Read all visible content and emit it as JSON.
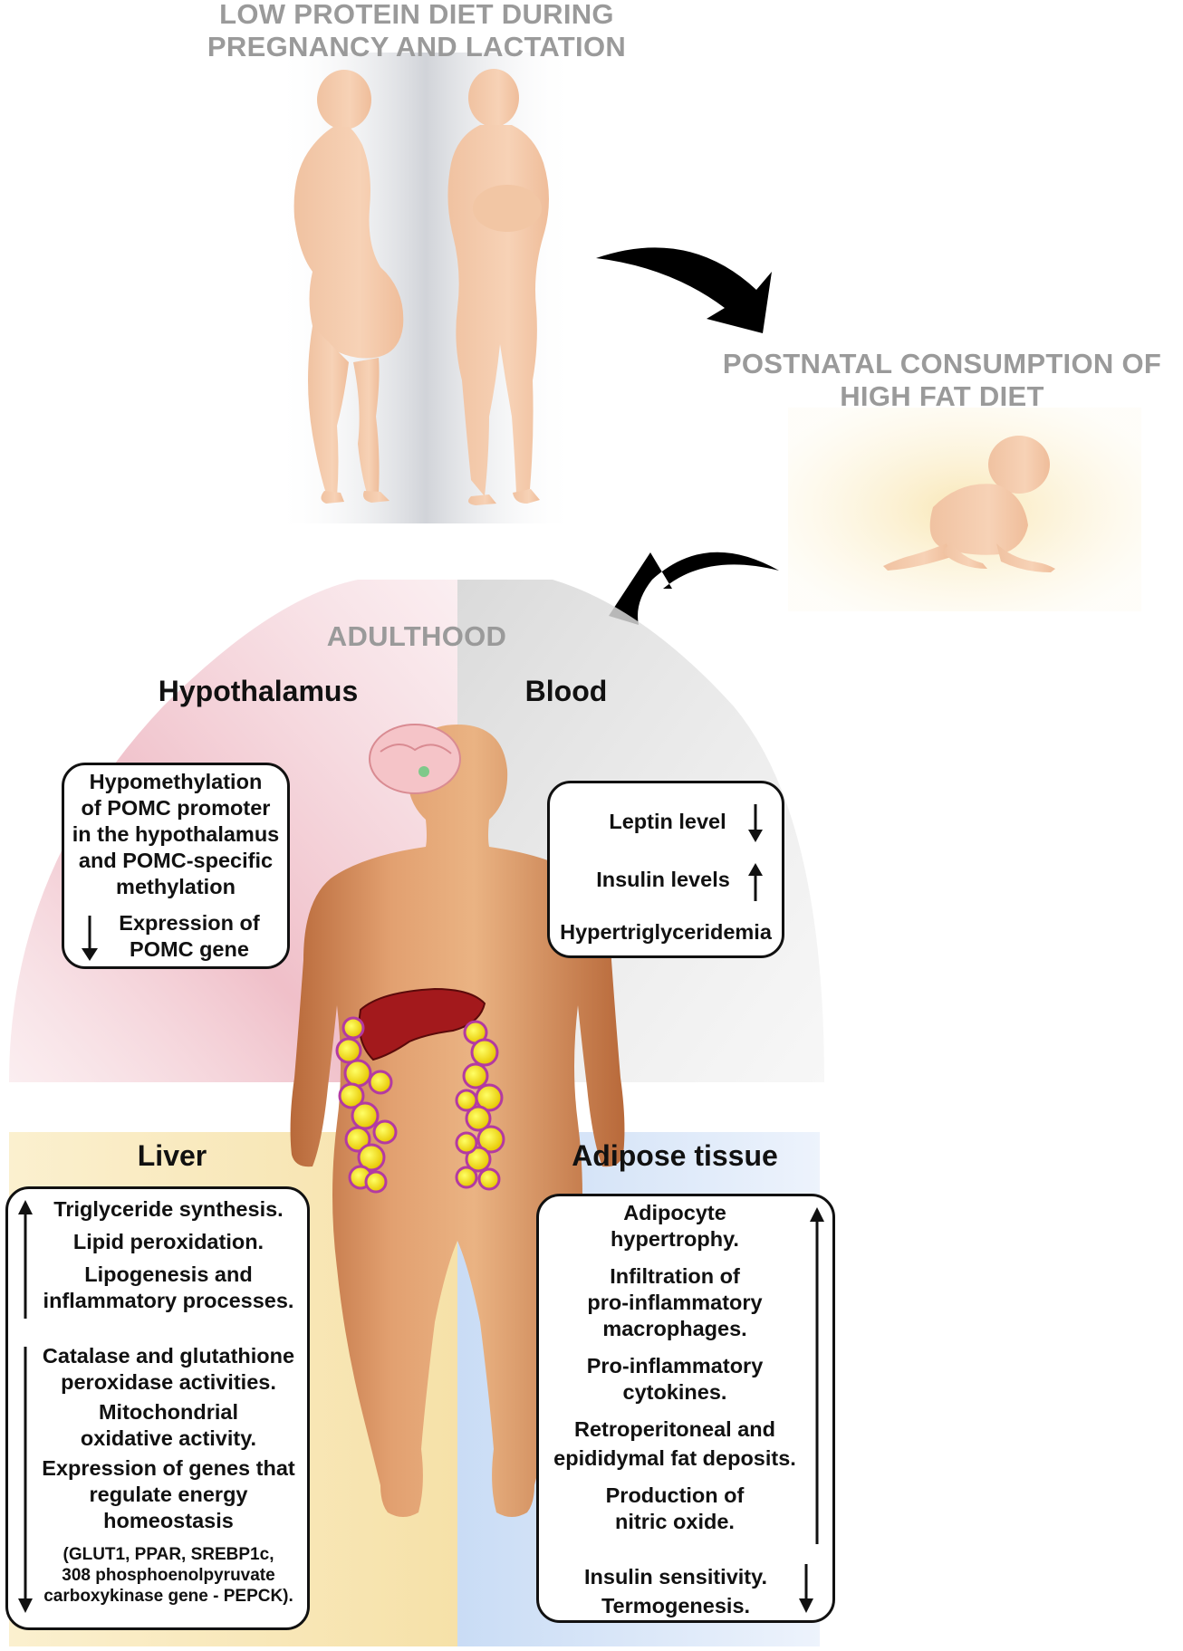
{
  "stage1": {
    "line1": "LOW PROTEIN DIET DURING",
    "line2": "PREGNANCY AND LACTATION"
  },
  "stage2": {
    "line1": "POSTNATAL CONSUMPTION OF",
    "line2": "HIGH FAT DIET"
  },
  "stage3": {
    "title": "ADULTHOOD"
  },
  "hypothalamus": {
    "title": "Hypothalamus",
    "lines": [
      "Hypomethylation",
      "of POMC promoter",
      "in the hypothalamus",
      "and POMC-specific",
      "methylation"
    ],
    "expr": [
      "Expression of",
      "POMC gene"
    ]
  },
  "blood": {
    "title": "Blood",
    "items": [
      "Leptin level",
      "Insulin levels",
      "Hypertriglyceridemia"
    ]
  },
  "liver": {
    "title": "Liver",
    "up": [
      "Triglyceride synthesis.",
      "Lipid peroxidation.",
      "Lipogenesis and",
      "inflammatory processes."
    ],
    "down": [
      "Catalase and glutathione",
      "peroxidase activities.",
      "Mitochondrial",
      "oxidative activity.",
      "Expression of genes that",
      "regulate energy",
      "homeostasis"
    ],
    "small": [
      "(GLUT1, PPAR, SREBP1c,",
      "308 phosphoenolpyruvate",
      "carboxykinase gene - PEPCK)."
    ]
  },
  "adipose": {
    "title": "Adipose tissue",
    "up": [
      "Adipocyte",
      "hypertrophy.",
      "Infiltration of",
      "pro-inflammatory",
      "macrophages.",
      "Pro-inflammatory",
      "cytokines.",
      "Retroperitoneal and",
      "epididymal fat deposits.",
      "Production of",
      "nitric oxide."
    ],
    "down": [
      "Insulin sensitivity.",
      "Termogenesis."
    ]
  }
}
